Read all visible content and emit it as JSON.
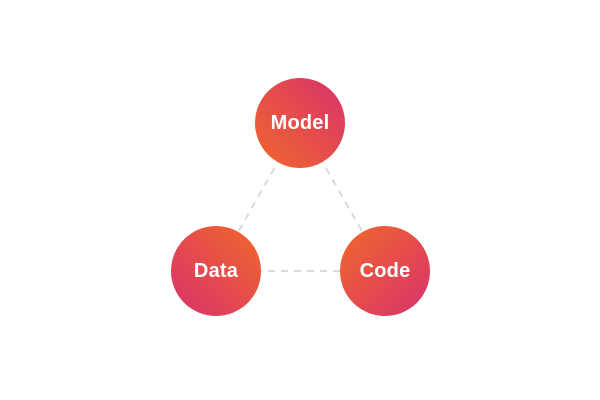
{
  "diagram": {
    "nodes": [
      {
        "id": "model",
        "label": "Model"
      },
      {
        "id": "data",
        "label": "Data"
      },
      {
        "id": "code",
        "label": "Code"
      }
    ],
    "edges": [
      {
        "from": "model",
        "to": "data",
        "style": "dashed"
      },
      {
        "from": "model",
        "to": "code",
        "style": "dashed"
      },
      {
        "from": "data",
        "to": "code",
        "style": "dashed"
      }
    ],
    "colors": {
      "background": "#ffffff",
      "gradient_orange": "#f2672b",
      "gradient_pink": "#d6336c",
      "edge": "#dadada",
      "label": "#ffffff"
    }
  }
}
